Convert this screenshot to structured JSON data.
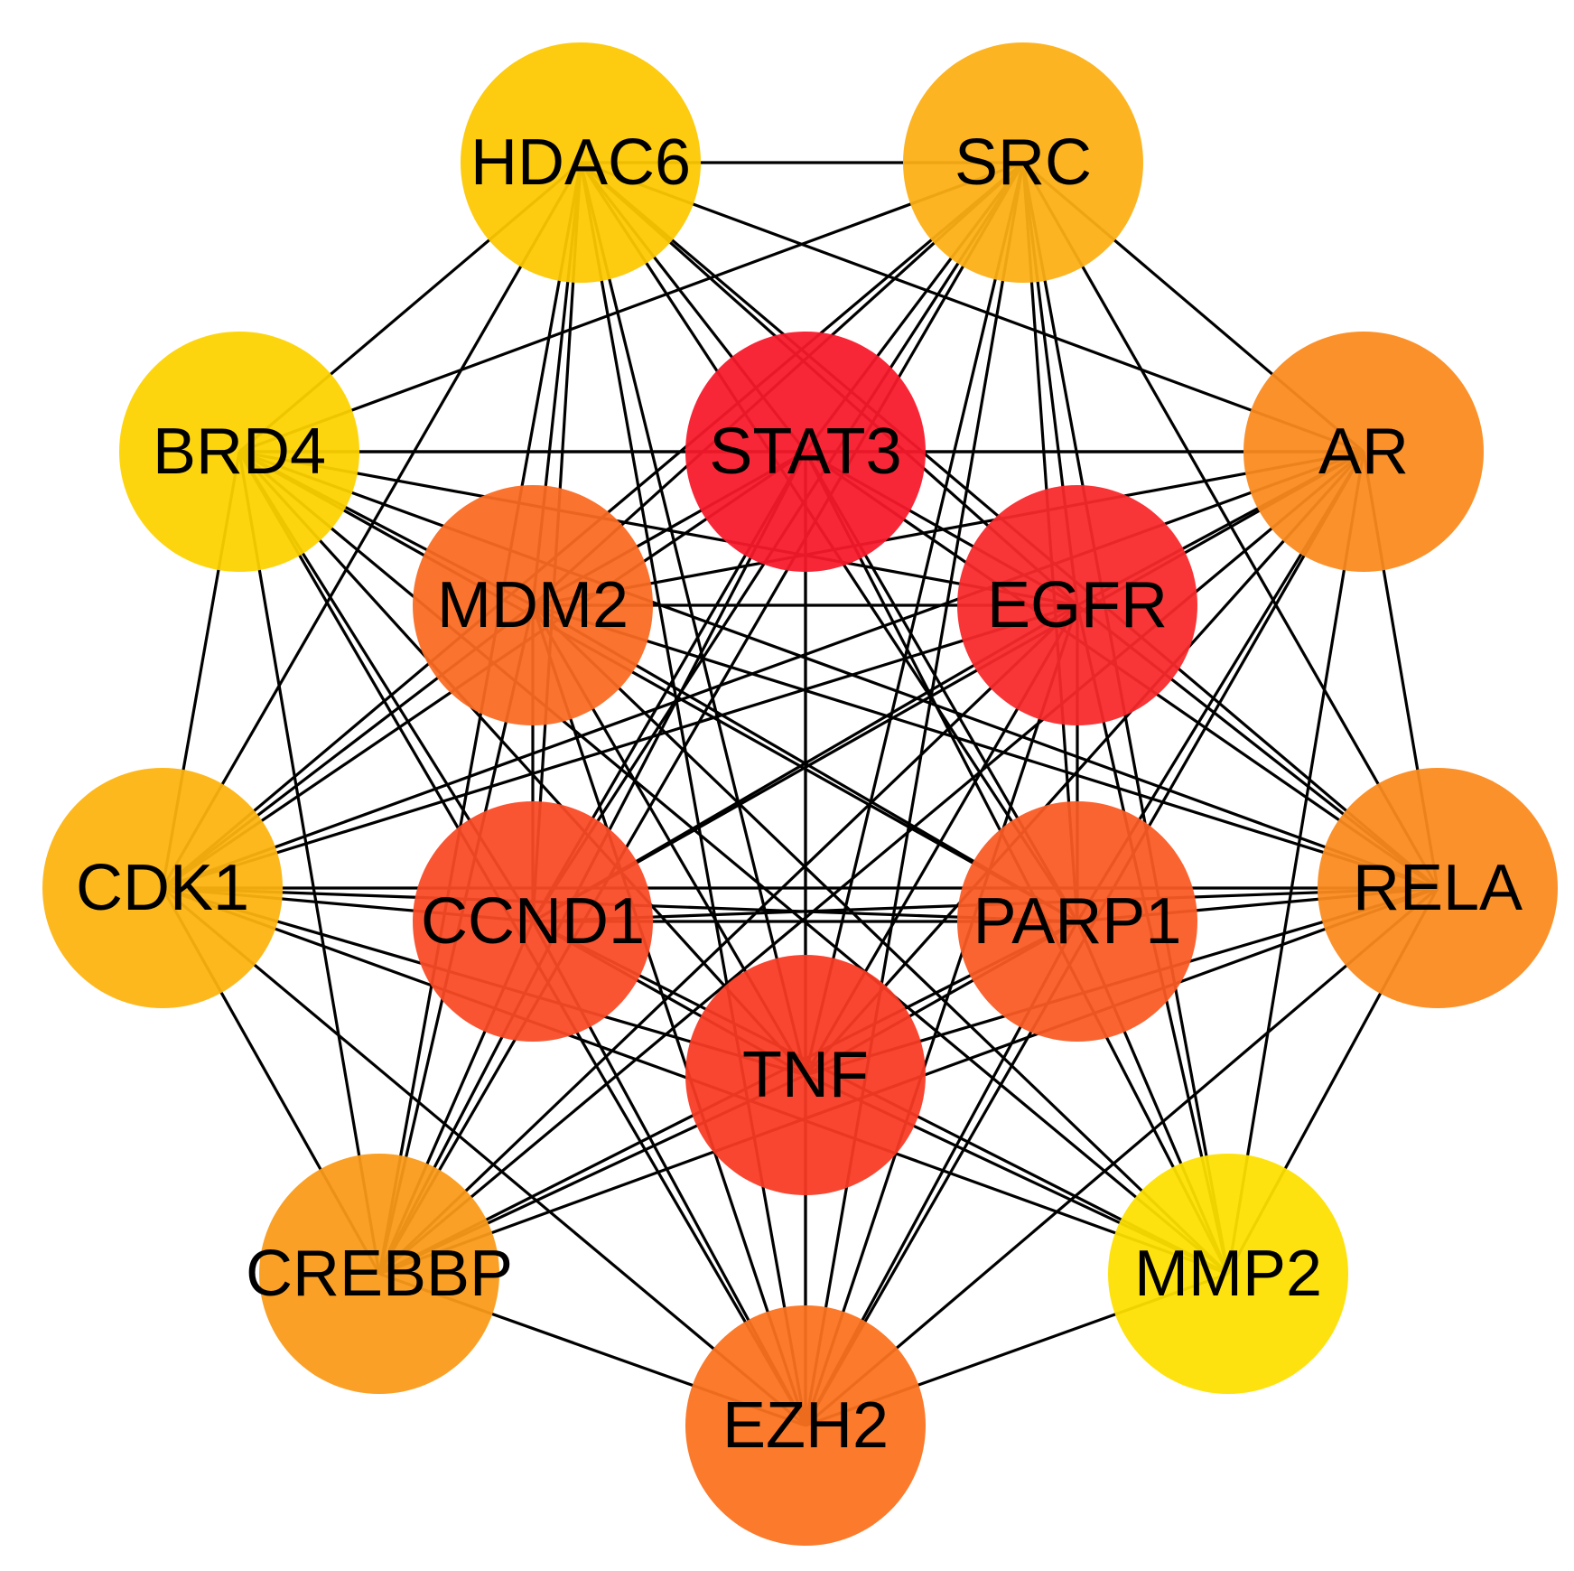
{
  "network": {
    "nodes": [
      {
        "id": "HDAC6",
        "label": "HDAC6",
        "color": "#FDC800"
      },
      {
        "id": "SRC",
        "label": "SRC",
        "color": "#FDAF14"
      },
      {
        "id": "AR",
        "label": "AR",
        "color": "#FB8A1E"
      },
      {
        "id": "RELA",
        "label": "RELA",
        "color": "#FB8A1E"
      },
      {
        "id": "MMP2",
        "label": "MMP2",
        "color": "#FDE000"
      },
      {
        "id": "EZH2",
        "label": "EZH2",
        "color": "#FB721E"
      },
      {
        "id": "CREBBP",
        "label": "CREBBP",
        "color": "#FA9A18"
      },
      {
        "id": "CDK1",
        "label": "CDK1",
        "color": "#FDB410"
      },
      {
        "id": "BRD4",
        "label": "BRD4",
        "color": "#FDD200"
      },
      {
        "id": "STAT3",
        "label": "STAT3",
        "color": "#F8192A"
      },
      {
        "id": "EGFR",
        "label": "EGFR",
        "color": "#F8282A"
      },
      {
        "id": "PARP1",
        "label": "PARP1",
        "color": "#FA5A24"
      },
      {
        "id": "TNF",
        "label": "TNF",
        "color": "#F83A24"
      },
      {
        "id": "CCND1",
        "label": "CCND1",
        "color": "#FA4A26"
      },
      {
        "id": "MDM2",
        "label": "MDM2",
        "color": "#FA6A22"
      }
    ],
    "edges": [
      [
        "HDAC6",
        "SRC"
      ],
      [
        "HDAC6",
        "BRD4"
      ],
      [
        "HDAC6",
        "CDK1"
      ],
      [
        "HDAC6",
        "STAT3"
      ],
      [
        "HDAC6",
        "EGFR"
      ],
      [
        "HDAC6",
        "PARP1"
      ],
      [
        "HDAC6",
        "TNF"
      ],
      [
        "HDAC6",
        "CCND1"
      ],
      [
        "HDAC6",
        "MDM2"
      ],
      [
        "HDAC6",
        "AR"
      ],
      [
        "HDAC6",
        "EZH2"
      ],
      [
        "HDAC6",
        "CREBBP"
      ],
      [
        "HDAC6",
        "RELA"
      ],
      [
        "SRC",
        "AR"
      ],
      [
        "SRC",
        "STAT3"
      ],
      [
        "SRC",
        "EGFR"
      ],
      [
        "SRC",
        "PARP1"
      ],
      [
        "SRC",
        "TNF"
      ],
      [
        "SRC",
        "CCND1"
      ],
      [
        "SRC",
        "MDM2"
      ],
      [
        "SRC",
        "MMP2"
      ],
      [
        "SRC",
        "RELA"
      ],
      [
        "SRC",
        "EZH2"
      ],
      [
        "SRC",
        "CREBBP"
      ],
      [
        "SRC",
        "CDK1"
      ],
      [
        "SRC",
        "BRD4"
      ],
      [
        "AR",
        "BRD4"
      ],
      [
        "AR",
        "STAT3"
      ],
      [
        "AR",
        "EGFR"
      ],
      [
        "AR",
        "PARP1"
      ],
      [
        "AR",
        "TNF"
      ],
      [
        "AR",
        "CCND1"
      ],
      [
        "AR",
        "MDM2"
      ],
      [
        "AR",
        "RELA"
      ],
      [
        "AR",
        "MMP2"
      ],
      [
        "AR",
        "CREBBP"
      ],
      [
        "AR",
        "CDK1"
      ],
      [
        "AR",
        "EZH2"
      ],
      [
        "RELA",
        "MMP2"
      ],
      [
        "RELA",
        "CDK1"
      ],
      [
        "RELA",
        "STAT3"
      ],
      [
        "RELA",
        "EGFR"
      ],
      [
        "RELA",
        "PARP1"
      ],
      [
        "RELA",
        "TNF"
      ],
      [
        "RELA",
        "CCND1"
      ],
      [
        "RELA",
        "MDM2"
      ],
      [
        "RELA",
        "CREBBP"
      ],
      [
        "RELA",
        "EZH2"
      ],
      [
        "RELA",
        "BRD4"
      ],
      [
        "MMP2",
        "EZH2"
      ],
      [
        "MMP2",
        "STAT3"
      ],
      [
        "MMP2",
        "EGFR"
      ],
      [
        "MMP2",
        "PARP1"
      ],
      [
        "MMP2",
        "TNF"
      ],
      [
        "MMP2",
        "CCND1"
      ],
      [
        "MMP2",
        "MDM2"
      ],
      [
        "MMP2",
        "BRD4"
      ],
      [
        "MMP2",
        "CDK1"
      ],
      [
        "EZH2",
        "CREBBP"
      ],
      [
        "EZH2",
        "CDK1"
      ],
      [
        "EZH2",
        "BRD4"
      ],
      [
        "EZH2",
        "STAT3"
      ],
      [
        "EZH2",
        "EGFR"
      ],
      [
        "EZH2",
        "PARP1"
      ],
      [
        "EZH2",
        "TNF"
      ],
      [
        "EZH2",
        "CCND1"
      ],
      [
        "EZH2",
        "MDM2"
      ],
      [
        "CREBBP",
        "CDK1"
      ],
      [
        "CREBBP",
        "BRD4"
      ],
      [
        "CREBBP",
        "STAT3"
      ],
      [
        "CREBBP",
        "EGFR"
      ],
      [
        "CREBBP",
        "PARP1"
      ],
      [
        "CREBBP",
        "TNF"
      ],
      [
        "CREBBP",
        "CCND1"
      ],
      [
        "CREBBP",
        "MDM2"
      ],
      [
        "CDK1",
        "BRD4"
      ],
      [
        "CDK1",
        "STAT3"
      ],
      [
        "CDK1",
        "EGFR"
      ],
      [
        "CDK1",
        "PARP1"
      ],
      [
        "CDK1",
        "TNF"
      ],
      [
        "CDK1",
        "CCND1"
      ],
      [
        "CDK1",
        "MDM2"
      ],
      [
        "BRD4",
        "STAT3"
      ],
      [
        "BRD4",
        "EGFR"
      ],
      [
        "BRD4",
        "PARP1"
      ],
      [
        "BRD4",
        "TNF"
      ],
      [
        "BRD4",
        "CCND1"
      ],
      [
        "BRD4",
        "MDM2"
      ],
      [
        "STAT3",
        "EGFR"
      ],
      [
        "STAT3",
        "PARP1"
      ],
      [
        "STAT3",
        "TNF"
      ],
      [
        "STAT3",
        "CCND1"
      ],
      [
        "STAT3",
        "MDM2"
      ],
      [
        "EGFR",
        "PARP1"
      ],
      [
        "EGFR",
        "TNF"
      ],
      [
        "EGFR",
        "CCND1"
      ],
      [
        "EGFR",
        "MDM2"
      ],
      [
        "PARP1",
        "TNF"
      ],
      [
        "PARP1",
        "CCND1"
      ],
      [
        "PARP1",
        "MDM2"
      ],
      [
        "TNF",
        "CCND1"
      ],
      [
        "TNF",
        "MDM2"
      ],
      [
        "CCND1",
        "MDM2"
      ]
    ]
  }
}
